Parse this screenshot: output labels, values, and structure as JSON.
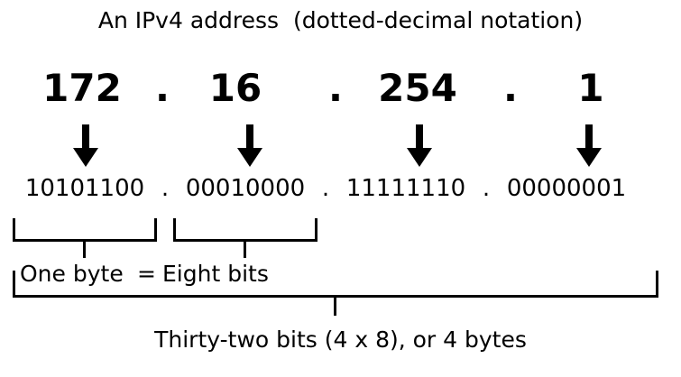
{
  "title": "An IPv4 address  (dotted-decimal notation)",
  "address": {
    "decimal_octets": [
      "172",
      "16",
      "254",
      "1"
    ],
    "separator": ".",
    "binary_octets": [
      "10101100",
      "00010000",
      "11111110",
      "00000001"
    ]
  },
  "labels": {
    "one_byte": "One byte",
    "equals": "=",
    "eight_bits": "Eight bits",
    "total": "Thirty-two bits (4 x 8), or 4 bytes"
  },
  "icons": {
    "arrow": "down-arrow-icon"
  },
  "colors": {
    "ink": "#000000",
    "background": "#ffffff"
  }
}
